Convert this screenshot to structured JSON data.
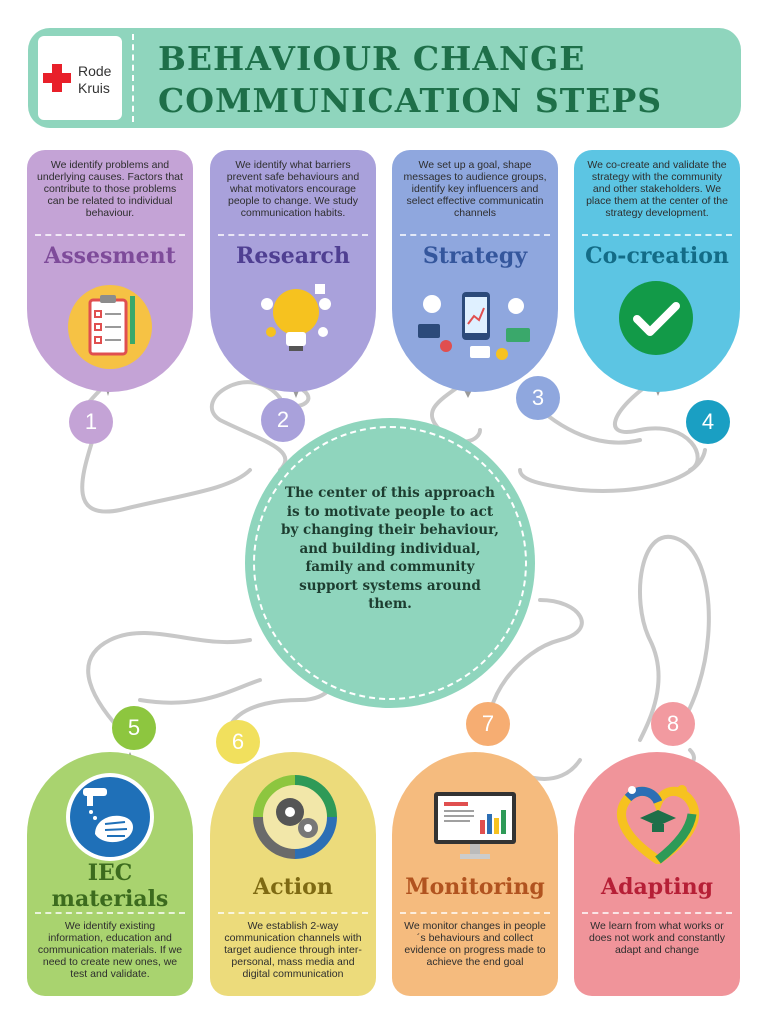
{
  "header": {
    "logo_line1": "Rode",
    "logo_line2": "Kruis",
    "title_line1": "BEHAVIOUR CHANGE",
    "title_line2": "COMMUNICATION STEPS"
  },
  "center": {
    "text": "The center of this approach is to motivate people to act by changing their behaviour, and building individual, family and community support systems around them."
  },
  "steps": [
    {
      "number": "1",
      "name": "Assesment",
      "description": "We identify problems and underlying causes. Factors that contribute to those problems can be related to individual behaviour.",
      "icon": "clipboard-checklist-icon",
      "card_color": "#c4a3d6",
      "name_color": "#7e4b9a",
      "badge_color": "#c4a3d6"
    },
    {
      "number": "2",
      "name": "Research",
      "description": "We identify what barriers prevent safe behaviours and what motivators encourage people to change. We study communication habits.",
      "icon": "lightbulb-icon",
      "card_color": "#a9a1db",
      "name_color": "#4f3f92",
      "badge_color": "#a9a1db"
    },
    {
      "number": "3",
      "name": "Strategy",
      "description": "We set up a goal, shape messages to audience groups, identify key influencers and select effective communicatin channels",
      "icon": "strategy-devices-icon",
      "card_color": "#8fa7de",
      "name_color": "#34569c",
      "badge_color": "#8fa7de"
    },
    {
      "number": "4",
      "name": "Co-creation",
      "description": "We co-create and validate the strategy with the community and other stakeholders. We place them at the center of the strategy development.",
      "icon": "checkmark-icon",
      "card_color": "#5cc5e3",
      "name_color": "#136c87",
      "badge_color": "#1a9fc3"
    },
    {
      "number": "5",
      "name": "IEC materials",
      "description": "We identify existing information, education and communication materials. If we need to create new ones, we test and validate.",
      "icon": "handwashing-icon",
      "card_color": "#a9d36f",
      "name_color": "#3c6b1e",
      "badge_color": "#8dc63f"
    },
    {
      "number": "6",
      "name": "Action",
      "description": "We establish 2-way communication channels with target audience through inter-personal, mass media and digital communication",
      "icon": "gears-icon",
      "card_color": "#ecdb7b",
      "name_color": "#7e6a13",
      "badge_color": "#f1e05d"
    },
    {
      "number": "7",
      "name": "Monitoring",
      "description": "We monitor changes in people´s behaviours and collect evidence on progress made to achieve the end goal",
      "icon": "monitor-chart-icon",
      "card_color": "#f5bb7e",
      "name_color": "#b1531f",
      "badge_color": "#f6ad72"
    },
    {
      "number": "8",
      "name": "Adapting",
      "description": "We learn from what works or does not work and constantly adapt and change",
      "icon": "heart-learning-icon",
      "card_color": "#f0949a",
      "name_color": "#b61f36",
      "badge_color": "#f29aa0"
    }
  ]
}
